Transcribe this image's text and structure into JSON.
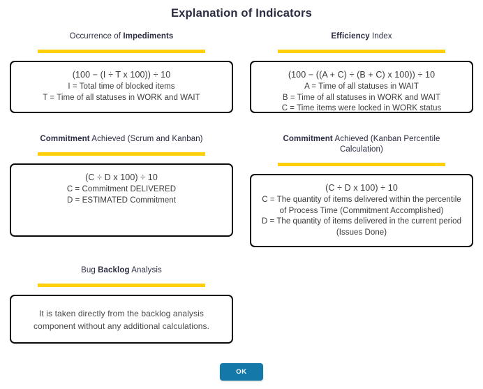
{
  "dialog": {
    "title": "Explanation of Indicators",
    "accent_yellow": "#FFD00A",
    "border_color": "#0B0B0B",
    "title_color": "#2B2D42",
    "background": "#FFFFFF",
    "ok_button": {
      "label": "OK",
      "color": "#1479A8",
      "text_color": "#FFFFFF"
    }
  },
  "sections": [
    {
      "title_normal_prefix": "Occurrence of ",
      "title_bold": "Impediments",
      "title_normal_suffix": "",
      "formula": "(100 − (I ÷ T x 100)) ÷ 10",
      "legend": [
        "I = Total time of blocked items",
        "T = Time of all statuses in WORK and WAIT"
      ]
    },
    {
      "title_normal_prefix": "",
      "title_bold": "Efficiency",
      "title_normal_suffix": " Index",
      "formula": "(100 − ((A + C) ÷ (B + C) x 100)) ÷ 10",
      "legend": [
        "A = Time of all statuses in WAIT",
        "B = Time of all statuses in WORK and WAIT",
        "C = Time items were locked in WORK status"
      ]
    },
    {
      "title_normal_prefix": "",
      "title_bold": "Commitment",
      "title_normal_suffix": " Achieved (Scrum and Kanban)",
      "formula": "(C ÷ D x 100) ÷ 10",
      "legend": [
        "C = Commitment DELIVERED",
        "D = ESTIMATED Commitment"
      ]
    },
    {
      "title_normal_prefix": "",
      "title_bold": "Commitment",
      "title_normal_suffix": " Achieved (Kanban Percentile Calculation)",
      "formula": "(C ÷ D x 100) ÷ 10",
      "legend": [
        "C = The quantity of items delivered within the percentile of Process Time (Commitment Accomplished)",
        "D = The quantity of items delivered in the current period (Issues Done)"
      ]
    },
    {
      "title_normal_prefix": "Bug ",
      "title_bold": "Backlog",
      "title_normal_suffix": " Analysis",
      "formula": "",
      "legend": [],
      "plain_text": "It is taken directly from the backlog analysis component without any additional calculations."
    }
  ]
}
